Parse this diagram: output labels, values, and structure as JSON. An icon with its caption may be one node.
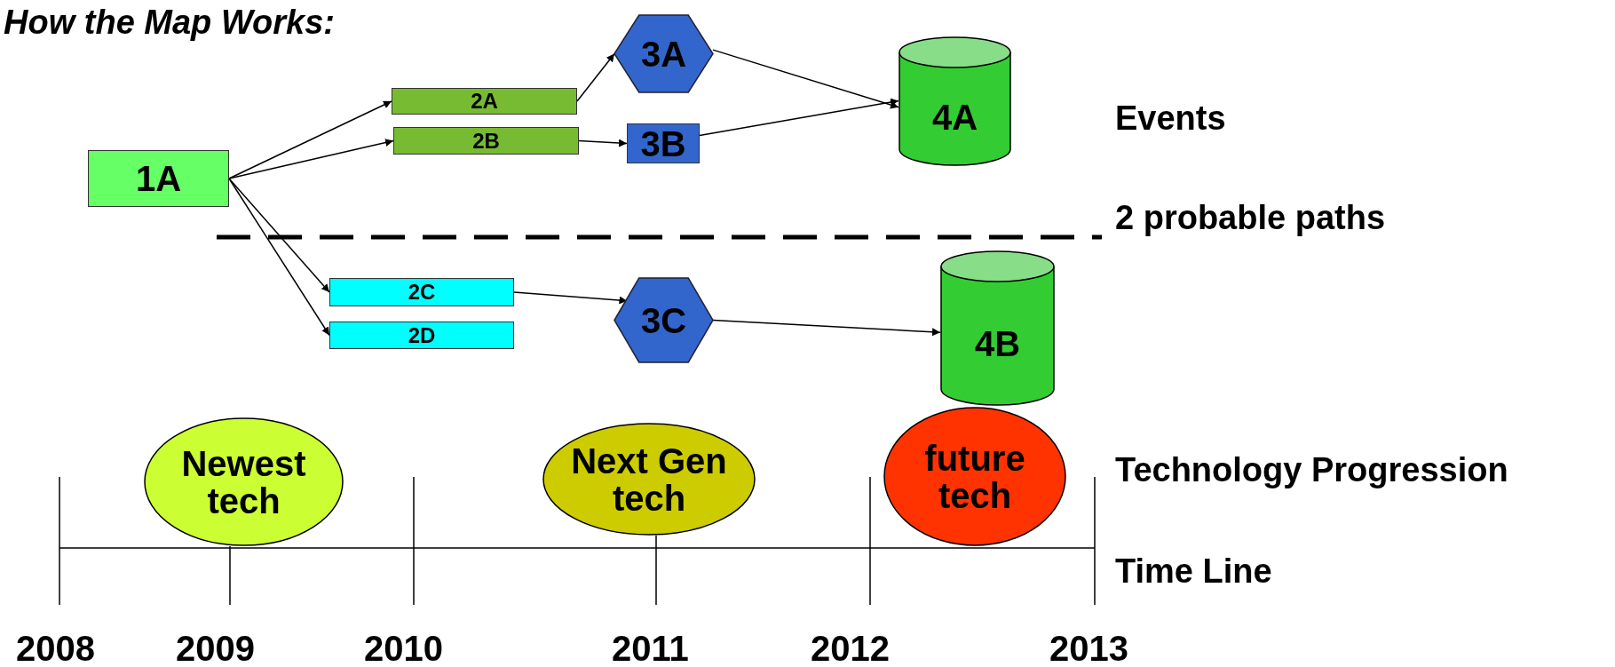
{
  "diagram": {
    "title": "How the Map Works:",
    "nodes": [
      {
        "text": [
          "1A"
        ]
      },
      {
        "text": [
          "2A"
        ]
      },
      {
        "text": [
          "2B"
        ]
      },
      {
        "text": [
          "3A"
        ]
      },
      {
        "text": [
          "3B"
        ]
      },
      {
        "text": [
          "4A"
        ]
      },
      {
        "text": [
          "2C"
        ]
      },
      {
        "text": [
          "2D"
        ]
      },
      {
        "text": [
          "3C"
        ]
      },
      {
        "text": [
          "4B"
        ]
      },
      {
        "text": [
          "Newest tech"
        ]
      },
      {
        "text": [
          "Next Gen tech"
        ]
      },
      {
        "text": [
          "future tech"
        ]
      }
    ],
    "edges": [
      {
        "from": 0,
        "to": 1,
        "arrow": "to"
      },
      {
        "from": 0,
        "to": 2,
        "arrow": "to"
      },
      {
        "from": 0,
        "to": 6,
        "arrow": "to"
      },
      {
        "from": 0,
        "to": 7,
        "arrow": "to"
      },
      {
        "from": 1,
        "to": 3,
        "arrow": "to"
      },
      {
        "from": 2,
        "to": 4,
        "arrow": "to"
      },
      {
        "from": 3,
        "to": 5,
        "arrow": "to"
      },
      {
        "from": 4,
        "to": 5,
        "arrow": "to"
      },
      {
        "from": 6,
        "to": 8,
        "arrow": "to"
      },
      {
        "from": 8,
        "to": 9,
        "arrow": "to"
      }
    ],
    "labels": [
      "Events",
      "2 probable paths",
      "Technology Progression",
      "Time Line",
      "2008",
      "2009",
      "2010",
      "2011",
      "2012",
      "2013"
    ]
  }
}
